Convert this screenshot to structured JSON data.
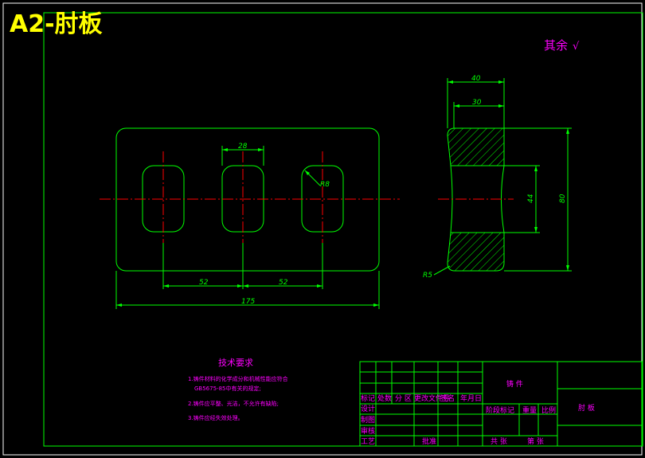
{
  "drawing": {
    "title": "A2-肘板",
    "surface_note": "其余",
    "surface_symbol": "√",
    "dimensions": {
      "top_width_outer": "40",
      "top_width_inner": "30",
      "slot_width": "28",
      "radius": "R8",
      "side_waist": "44",
      "side_height": "80",
      "bottom_radius": "R5",
      "spacing_left": "52",
      "spacing_right": "52",
      "overall_length": "175"
    },
    "tech_requirements": {
      "heading": "技术要求",
      "items": [
        "1.铸件材料的化学成分和机械性能应符合",
        "GB5675-85中有关的规定;",
        "2.铸件应平整、光洁，不允许有缺陷;",
        "3.铸件应经失效处理。"
      ]
    },
    "title_block": {
      "material_label": "铸 件",
      "part_name": "肘 板",
      "row_labels": [
        "设计",
        "制图",
        "审核",
        "工艺"
      ],
      "header_cells": [
        "标记",
        "处数",
        "分 区",
        "更改文件号",
        "签名",
        "年月日"
      ],
      "stage_label": "阶段标记",
      "weight_label": "重量",
      "scale_label": "比例",
      "approve_label": "批准",
      "total_sheets": "共 张",
      "sheet_no": "第 张"
    }
  }
}
